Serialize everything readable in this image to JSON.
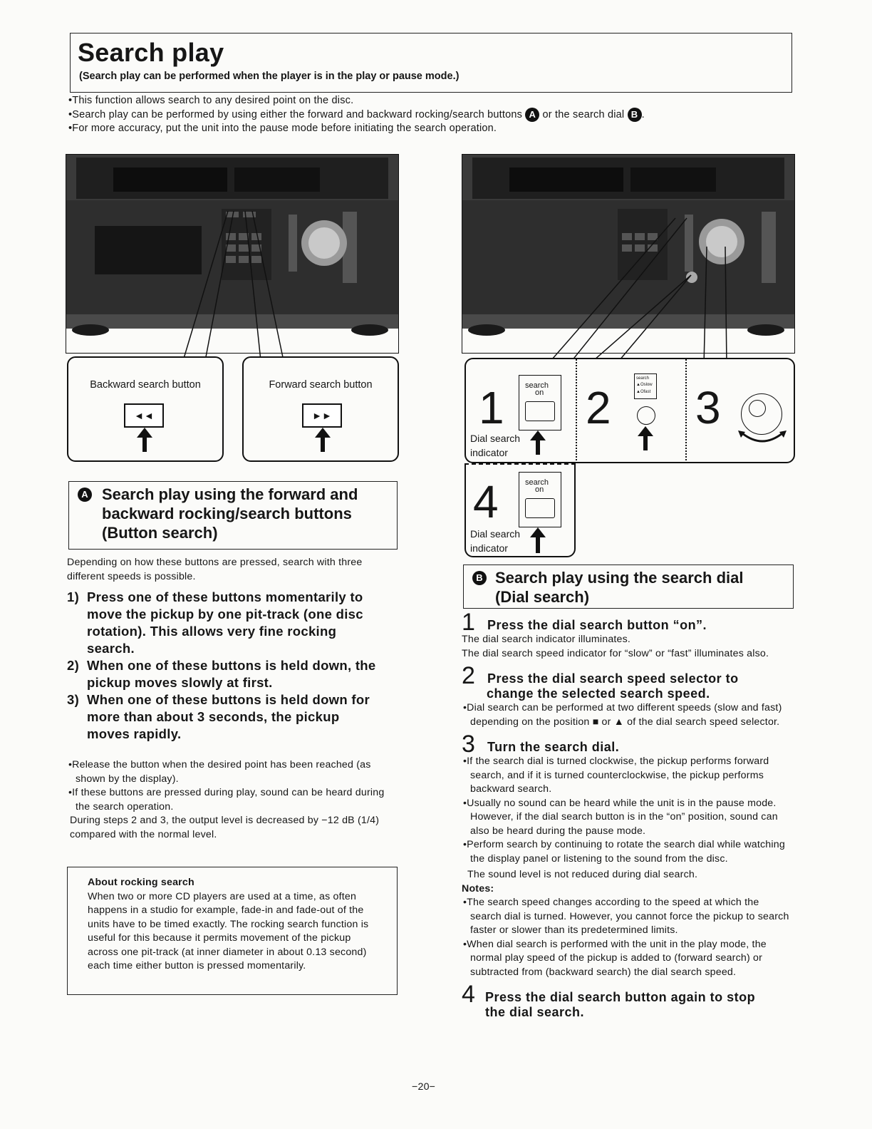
{
  "header": {
    "title": "Search play",
    "subtitle": "(Search play can be performed when the player is in the play or pause mode.)"
  },
  "intro": [
    "•This function allows search to any desired point on the disc.",
    "•Search play can be performed by using either the forward and backward rocking/search buttons",
    "or the search dial",
    "•For more accuracy, put the unit into the pause mode before initiating the search operation."
  ],
  "markers": {
    "a": "A",
    "b": "B"
  },
  "callouts": {
    "backward": {
      "label": "Backward search button",
      "icon": "◄◄"
    },
    "forward": {
      "label": "Forward search button",
      "icon": "►►"
    }
  },
  "dial_panels": {
    "p1": {
      "num": "1",
      "cap1": "Dial search",
      "cap2": "indicator",
      "mini": "search",
      "mini2": "on"
    },
    "p2": {
      "num": "2",
      "mini1": "search",
      "mini2": "▲Oslow",
      "mini3": "▲Ofast"
    },
    "p3": {
      "num": "3"
    },
    "p4": {
      "num": "4",
      "cap1": "Dial search",
      "cap2": "indicator",
      "mini": "search",
      "mini2": "on"
    }
  },
  "section_a": {
    "heading_l1": "Search play using the forward and",
    "heading_l2": "backward rocking/search buttons",
    "heading_l3": "(Button search)",
    "intro": "Depending on how these buttons are pressed, search with three different speeds is possible.",
    "steps": [
      {
        "n": "1)",
        "l1": "Press one of these buttons momentarily to",
        "l2": "move the pickup by one pit-track (one disc",
        "l3": "rotation). This allows very fine rocking",
        "l4": "search."
      },
      {
        "n": "2)",
        "l1": "When one of these buttons is held down, the",
        "l2": "pickup moves slowly at first."
      },
      {
        "n": "3)",
        "l1": "When one of these buttons is held down for",
        "l2": "more than about 3 seconds, the pickup",
        "l3": "moves rapidly."
      }
    ],
    "notes": [
      "•Release the button when the desired point has been reached (as shown by the display).",
      "•If these buttons are pressed during play, sound can be heard during the search operation.",
      "During steps 2 and 3, the output level is decreased by −12 dB (1/4) compared with the normal level."
    ],
    "about": {
      "title": "About rocking search",
      "text": "When two or more CD players are used at a time, as often happens in a studio for example, fade-in and fade-out of the units have to be timed exactly. The rocking search function is useful for this because it permits movement of the pickup across one pit-track (at inner diameter in about 0.13 second) each time either button is pressed momentarily."
    }
  },
  "section_b": {
    "heading_l1": "Search play using the search dial",
    "heading_l2": "(Dial search)",
    "steps": [
      {
        "n": "1",
        "head": "Press the dial search button “on”.",
        "body": [
          "The dial search indicator illuminates.",
          "The dial search speed indicator for “slow” or “fast” illuminates also."
        ]
      },
      {
        "n": "2",
        "head1": "Press the dial search speed selector to",
        "head2": "change the selected search speed.",
        "body": [
          "•Dial search can be performed at two different speeds (slow and fast) depending on the position ■ or ▲ of the dial search speed selector."
        ]
      },
      {
        "n": "3",
        "head": "Turn the search dial.",
        "body": [
          "•If the search dial is turned clockwise, the pickup performs forward search, and if it is turned counterclockwise, the pickup performs backward search.",
          "•Usually no sound can be heard while the unit is in the pause mode. However, if the dial search button is in the “on” position, sound can also be heard during the pause mode.",
          "•Perform search by continuing to rotate the search dial while watching the display panel or listening to the sound from the disc.",
          "The sound level is not reduced during dial search."
        ]
      },
      {
        "n": "4",
        "head1": "Press the dial search button again to stop",
        "head2": "the dial search."
      }
    ],
    "notes_title": "Notes:",
    "notes": [
      "•The search speed changes according to the speed at which the search dial is turned. However, you cannot force the pickup to search faster or slower than its predetermined limits.",
      "•When dial search is performed with the unit in the play mode, the normal play speed of the pickup is added to (forward search) or subtracted from (backward search) the dial search speed."
    ]
  },
  "footer": {
    "page": "−20−"
  }
}
